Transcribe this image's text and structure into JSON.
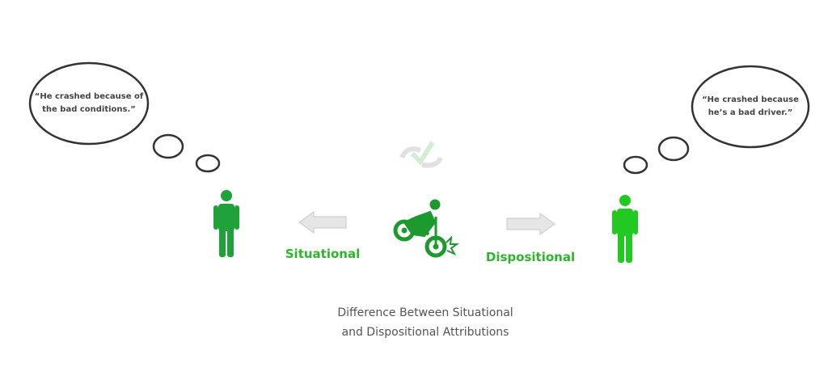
{
  "left_bubble": {
    "text_line1": "“He crashed because of",
    "text_line2": "the bad conditions.”"
  },
  "right_bubble": {
    "text_line1": "“He crashed because",
    "text_line2": "he’s a bad driver.”"
  },
  "labels": {
    "situational": "Situational",
    "dispositional": "Dispositional"
  },
  "caption": {
    "line1": "Difference Between Situational",
    "line2": "and Dispositional Attributions"
  },
  "icons": {
    "left_person": "person-icon",
    "right_person": "person-icon",
    "center": "motorcycle-crash-icon",
    "watermark": "check-logo-icon",
    "left_arrow": "arrow-left-icon",
    "right_arrow": "arrow-right-icon"
  },
  "colors": {
    "left_person": "#1fa23a",
    "right_person": "#22c922",
    "label": "#2db52d",
    "motorcycle": "#1c9a2e",
    "arrow": "#e0e0e0"
  }
}
